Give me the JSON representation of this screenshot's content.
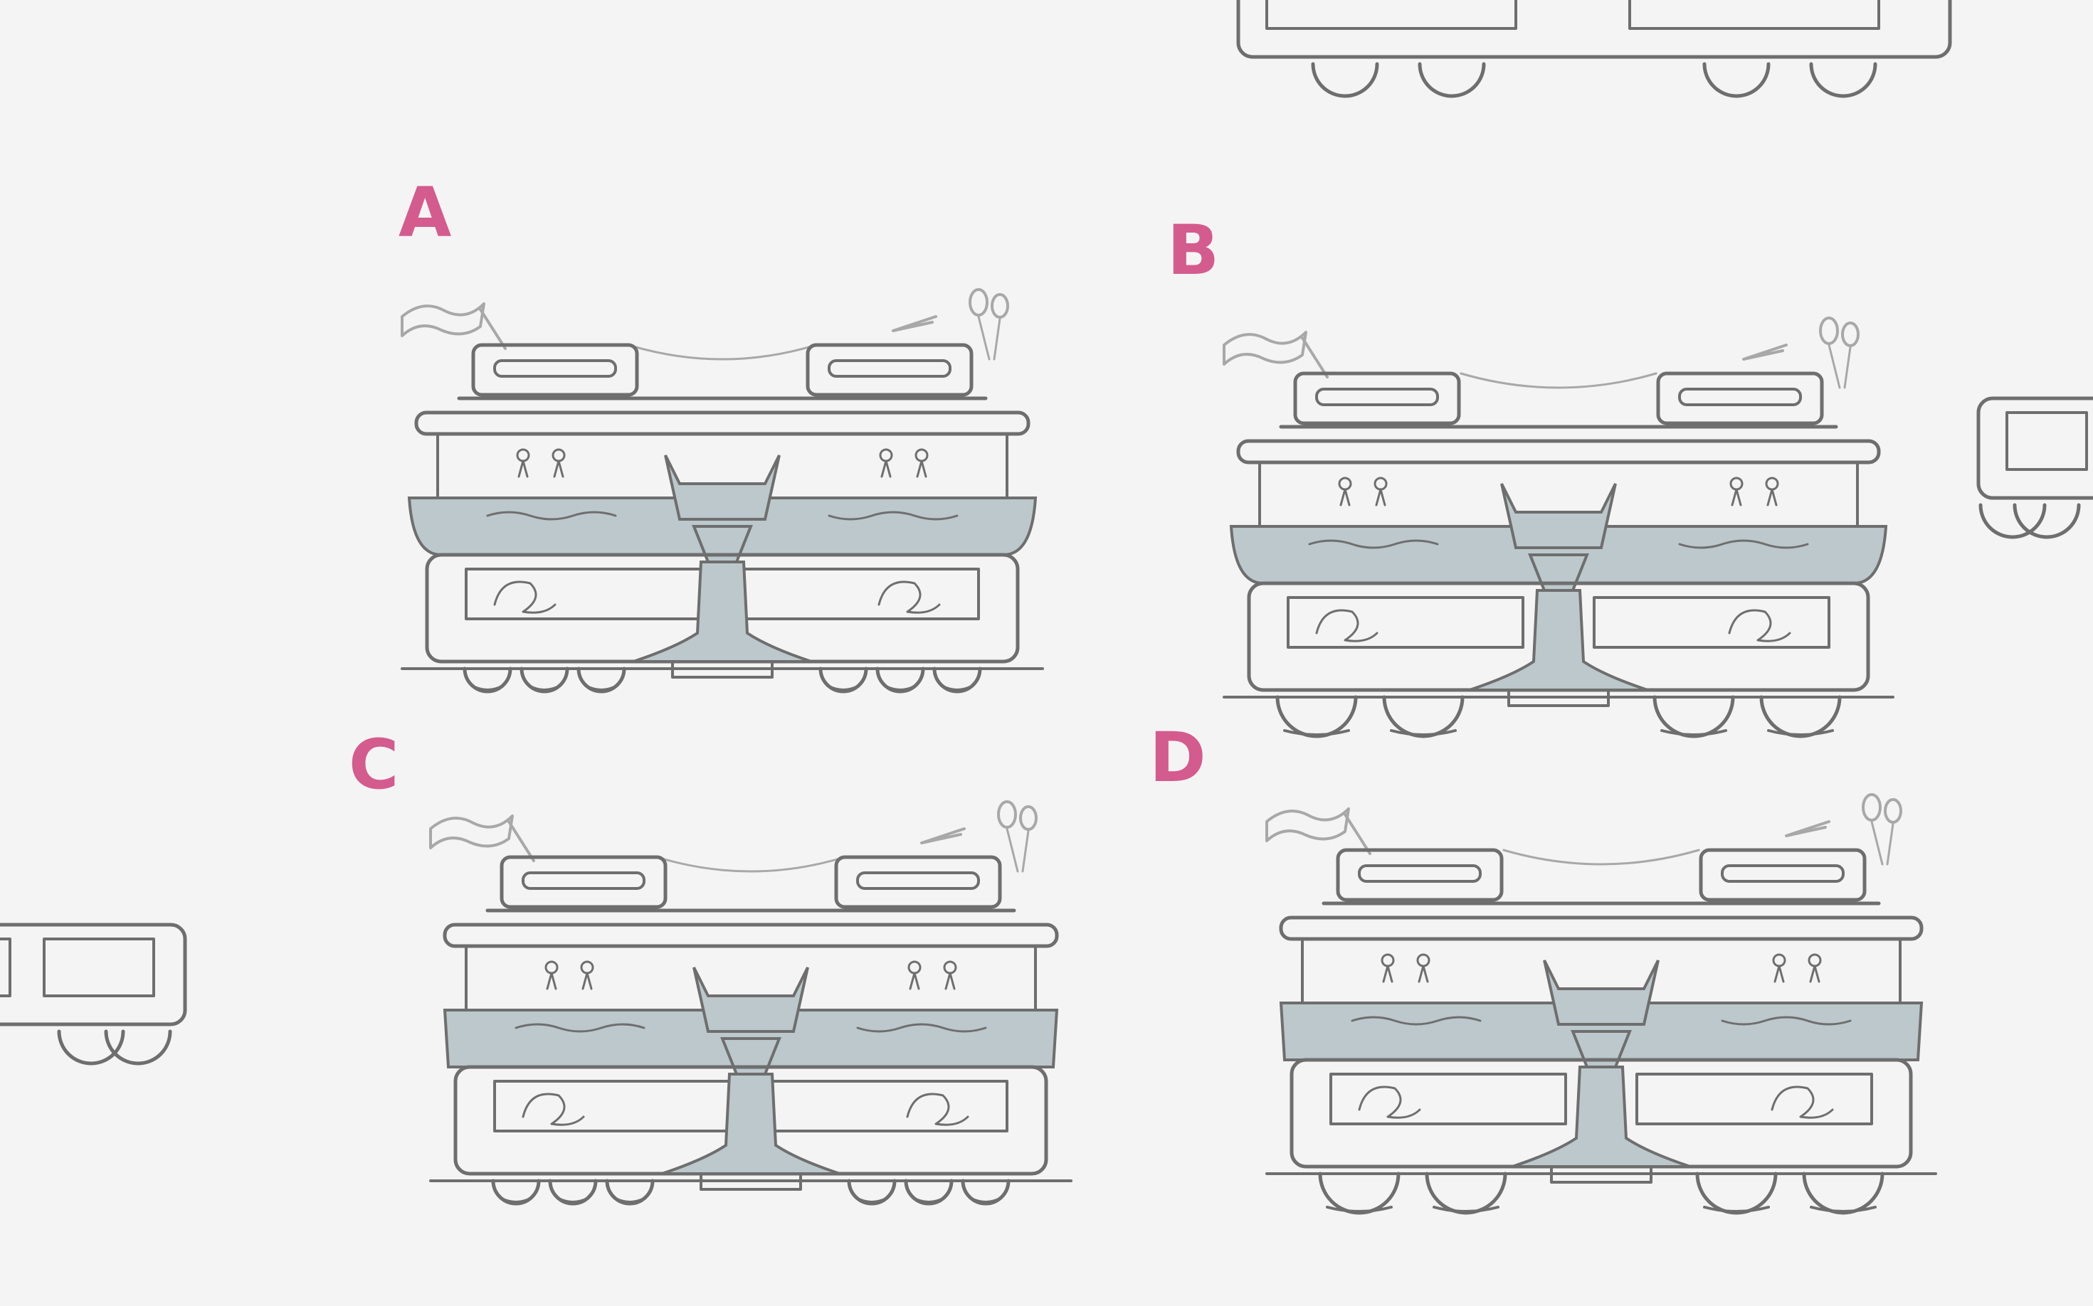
{
  "canvas": {
    "background_color": "#f4f4f4",
    "pencil_color": "#6e6e6e",
    "pencil_light_color": "#a8a8a8",
    "fill_color": "#bcc8cb",
    "label_color": "#d45b8e"
  },
  "variants": [
    {
      "label": "A",
      "base_style": "small-wheels",
      "band_style": "curved-ends"
    },
    {
      "label": "B",
      "base_style": "large-wheels",
      "band_style": "curved-ends"
    },
    {
      "label": "C",
      "base_style": "small-wheels",
      "band_style": "straight"
    },
    {
      "label": "D",
      "base_style": "large-wheels",
      "band_style": "straight"
    }
  ]
}
